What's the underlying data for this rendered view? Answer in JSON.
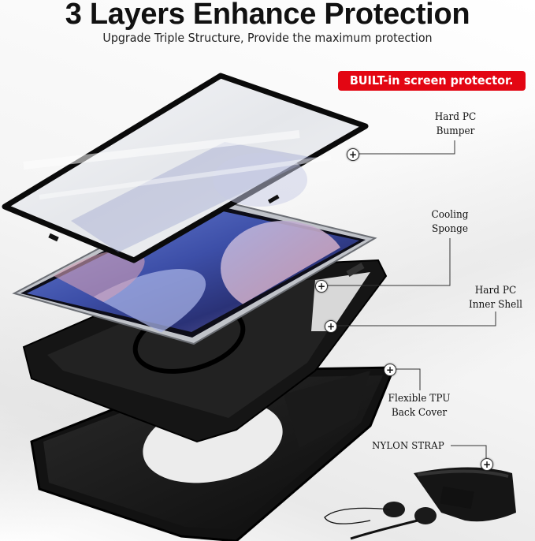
{
  "header": {
    "title": "3 Layers Enhance Protection",
    "subtitle": "Upgrade Triple Structure, Provide the maximum protection"
  },
  "badge": {
    "label": "BUILT-in screen protector.",
    "color": "#e30613"
  },
  "callouts": [
    {
      "id": "bumper",
      "line1": "Hard PC",
      "line2": "Bumper",
      "pin_icon": "plus-circle-icon"
    },
    {
      "id": "sponge",
      "line1": "Cooling",
      "line2": "Sponge",
      "pin_icon": "plus-circle-icon"
    },
    {
      "id": "inner-shell",
      "line1": "Hard PC",
      "line2": "Inner Shell",
      "pin_icon": "plus-circle-icon"
    },
    {
      "id": "back-cover",
      "line1": "Flexible TPU",
      "line2": "Back Cover",
      "pin_icon": "plus-circle-icon"
    },
    {
      "id": "strap",
      "line1": "NYLON STRAP",
      "pin_icon": "plus-circle-icon"
    }
  ],
  "pin_glyph": "+",
  "product": {
    "layers": [
      "screen-protector-bumper",
      "tablet",
      "inner-shell-with-rotating-stand",
      "tpu-back-cover",
      "nylon-strap"
    ],
    "colors": {
      "case": "#111111",
      "screen_blue": "#4b5fb8",
      "screen_pink": "#c99ab3",
      "tablet_frame": "#b9bcc2",
      "glass": "#e6e8ec"
    }
  }
}
